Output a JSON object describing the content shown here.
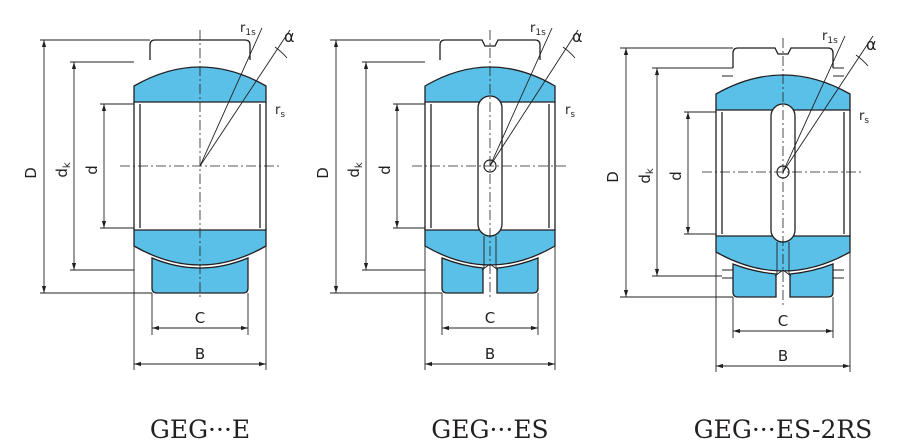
{
  "colors": {
    "part_fill": "#5bc0e8",
    "line": "#231f20",
    "background": "#ffffff"
  },
  "figures": [
    {
      "caption": "GEG···E",
      "labels": {
        "D": "D",
        "dk": "d",
        "dk_sub": "k",
        "d": "d",
        "C": "C",
        "B": "B",
        "r1s": "r",
        "r1s_sub": "1s",
        "rs": "r",
        "rs_sub": "s",
        "alpha": "α"
      }
    },
    {
      "caption": "GEG···ES",
      "labels": {
        "D": "D",
        "dk": "d",
        "dk_sub": "k",
        "d": "d",
        "C": "C",
        "B": "B",
        "r1s": "r",
        "r1s_sub": "1s",
        "rs": "r",
        "rs_sub": "s",
        "alpha": "α"
      }
    },
    {
      "caption": "GEG···ES-2RS",
      "labels": {
        "D": "D",
        "dk": "d",
        "dk_sub": "k",
        "d": "d",
        "C": "C",
        "B": "B",
        "r1s": "r",
        "r1s_sub": "1s",
        "rs": "r",
        "rs_sub": "s",
        "alpha": "α"
      }
    }
  ]
}
